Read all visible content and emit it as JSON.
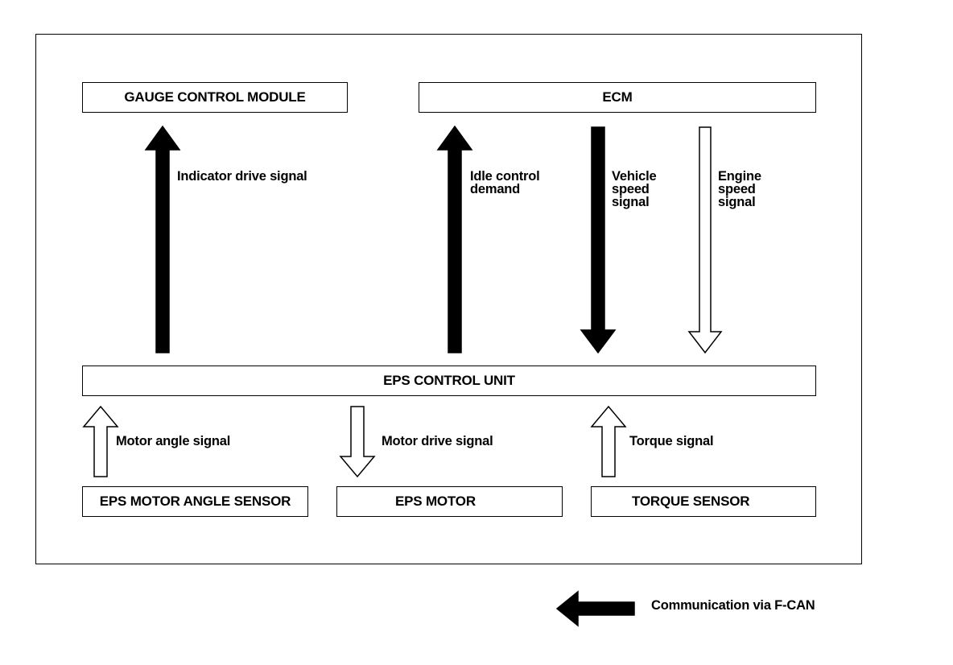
{
  "boxes": {
    "gauge_control_module": "GAUGE CONTROL MODULE",
    "ecm": "ECM",
    "eps_control_unit": "EPS CONTROL UNIT",
    "eps_motor_angle_sensor": "EPS MOTOR ANGLE SENSOR",
    "eps_motor": "EPS MOTOR",
    "torque_sensor": "TORQUE SENSOR"
  },
  "signals": {
    "indicator_drive": "Indicator drive signal",
    "idle_control_demand": [
      "Idle control",
      "demand"
    ],
    "vehicle_speed": [
      "Vehicle",
      "speed",
      "signal"
    ],
    "engine_speed": [
      "Engine",
      "speed",
      "signal"
    ],
    "motor_angle": "Motor angle signal",
    "motor_drive": "Motor drive signal",
    "torque": "Torque signal"
  },
  "legend": {
    "fcan_label": "Communication via F-CAN"
  },
  "colors": {
    "fcan_arrow": "#000000",
    "direct_arrow": "#ffffff",
    "stroke": "#000000"
  }
}
